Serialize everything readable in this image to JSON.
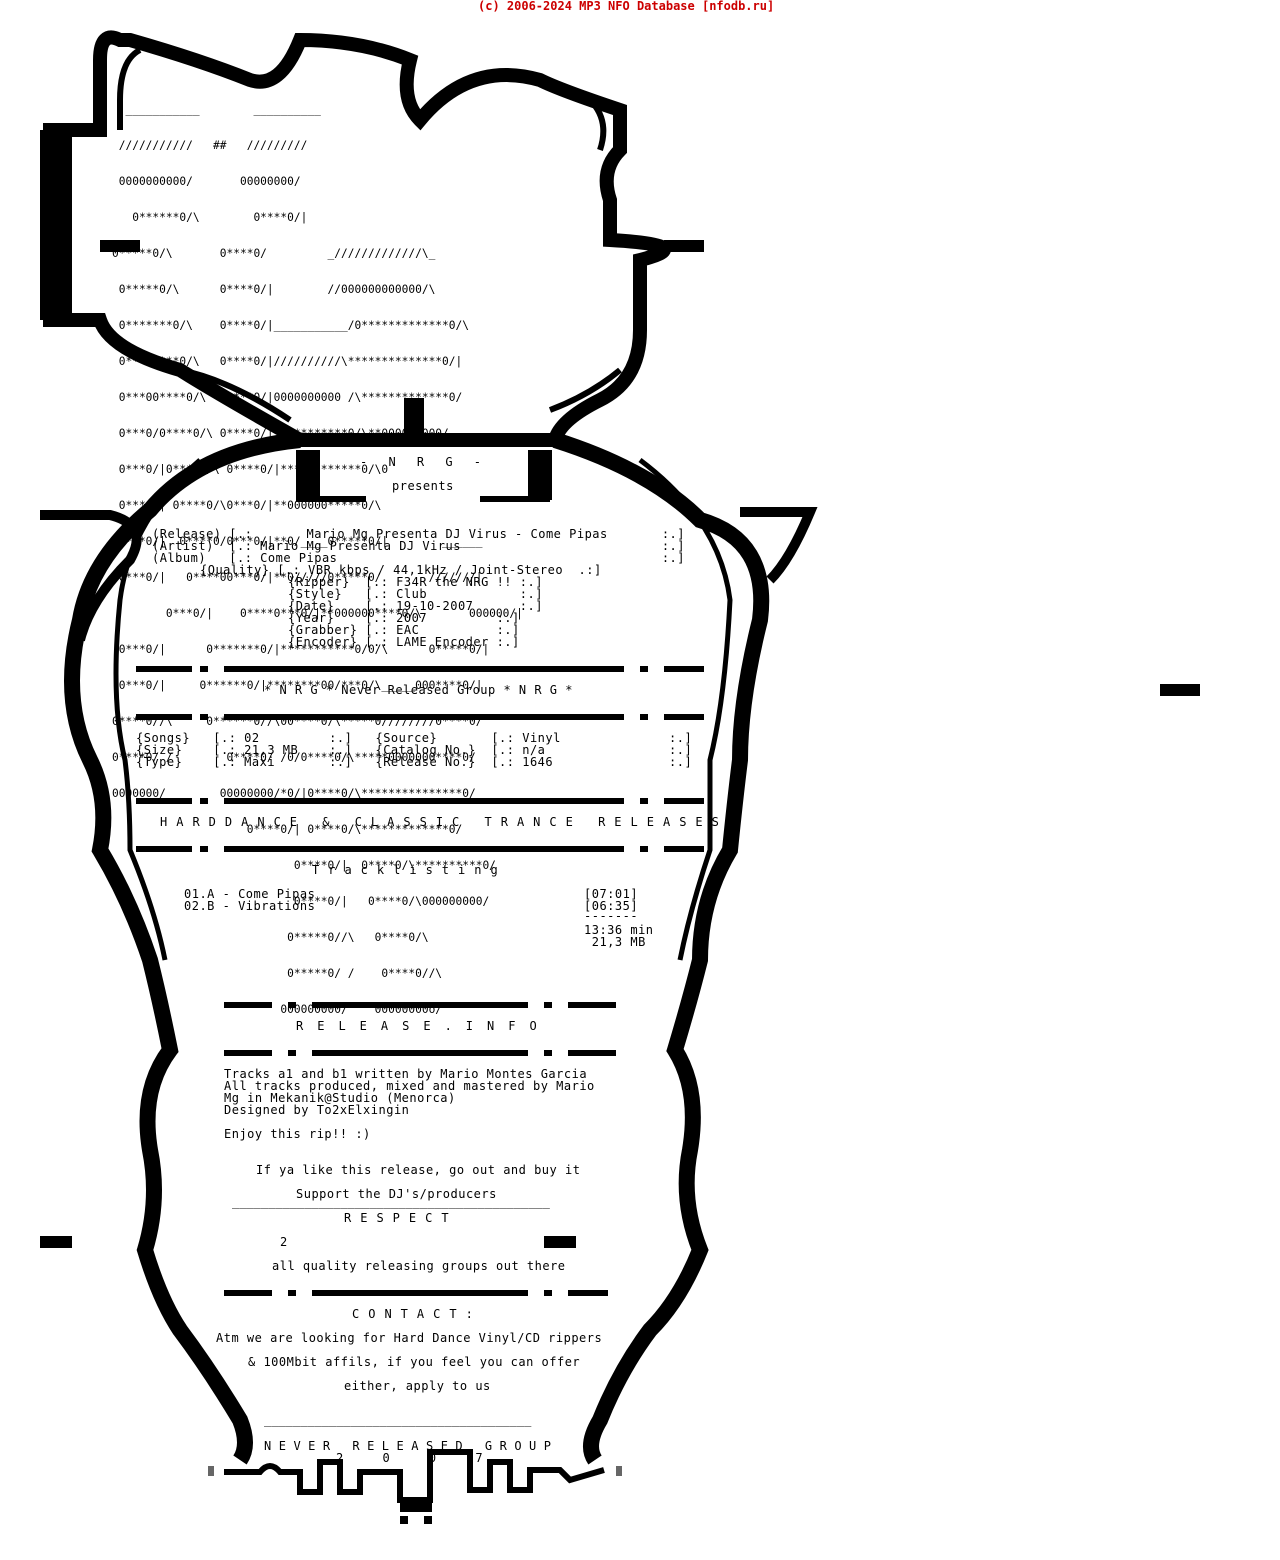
{
  "header": {
    "copyright": "(c) 2006-2024 MP3 NFO Database [nfodb.ru]"
  },
  "logo": {
    "lines": [
      "  ___________        __________",
      " ///////////   ##   /////////",
      " 0000000000/       00000000/",
      "   0******0/\\        0****0/|",
      "0*****0/\\       0****0/         _/////////////\\_",
      " 0*****0/\\      0****0/|        //000000000000/\\",
      " 0*******0/\\    0****0/|___________/0*************0/\\",
      " 0***0****0/\\   0****0/|//////////\\**************0/|",
      " 0***00****0/\\  0****0/|0000000000 /\\*************0/",
      " 0***0/0****0/\\ 0****0/|***********0/\\**000000000/",
      " 0***0/|0****0/\\ 0****0/|************0/\\0",
      " 0***0/| 0****0/\\0***0/|**000000*****0/\\",
      " 0***0/|  0****0/0***0/|**0/____0*****0/|        ______",
      " 0***0/|   0****00***0/|**0/////0*****0/       ///////|",
      "        0***0/|    0****0***0/|**000000****0/\\       000000/|",
      " 0***0/|      0*******0/|***********0/0/\\      0*****0/|",
      " 0***0/|     0******0/|********00/***0/\\_____000****0/|",
      "0****0//\\     0******0//\\00****0/\\*****0////////0****0/",
      "0****0/ /        0****0/ /0/0****0/\\*****0000000****0/",
      "0000000/        00000000/*0/|0****0/\\***************0/",
      "                    0****0/| 0****0/\\*************0/",
      "                           0****0/|  0****0/\\**********0/",
      "                           0****0/|   0****0/\\000000000/",
      "                          0*****0//\\   0****0/\\",
      "                          0*****0/ /    0****0//\\",
      "                         000000000/    00000000o/"
    ]
  },
  "group": {
    "name": "- N R G -",
    "presents": "presents"
  },
  "release_info": {
    "release": "Mario Mg Presenta DJ Virus - Come Pipas",
    "artist": "Mario Mg Presenta DJ Virus",
    "album": "Come Pipas",
    "quality": "VBR kbps / 44,1kHz / Joint-Stereo",
    "ripper": "F34R the NRG !!",
    "style": "Club",
    "date": "19-10-2007",
    "year": "2007",
    "grabber": "EAC",
    "encoder": "LAME Encoder"
  },
  "lines_text": {
    "release": "(Release) [.:       Mario Mg Presenta DJ Virus - Come Pipas       :.]",
    "artist": "(Artist)  [.: Mario Mg Presenta DJ Virus                          :.]",
    "album": "(Album)   [.: Come Pipas                                          :.]",
    "quality": "{Quality} [.: VBR kbps / 44,1kHz / Joint-Stereo  .:]",
    "ripper": "{Ripper}  [.: F34R the NRG !! :.]",
    "style": "{Style}   [.: Club            :.]",
    "date": "{Date}    [.: 19-10-2007      :.]",
    "year": "{Year}    [.: 2007         :.]",
    "grabber": "{Grabber} [.: EAC          :.]",
    "encoder": "{Encoder} [.: LAME Encoder :.]"
  },
  "banner": "* N R G * Never Released Group * N R G *",
  "stats_lines": [
    "{Songs}   [.: 02         :.]   {Source}       [.: Vinyl              :.]",
    "{Size}    [.: 21,3 MB    :.]   {Catalog No.}  [.: n/a                :.]",
    "{Type}    [.: Maxi       :.]   {Release No.}  [.: 1646               :.]"
  ],
  "stats": {
    "songs": "02",
    "size": "21,3 MB",
    "type": "Maxi",
    "source": "Vinyl",
    "catalog_no": "n/a",
    "release_no": "1646"
  },
  "category_title": "HARDDANCE & CLASSIC TRANCE RELEASES",
  "tracklist": {
    "title": "Tracklisting",
    "tracks": [
      {
        "label": "01.A - Come Pipas",
        "time": "[07:01]"
      },
      {
        "label": "02.B - Vibrations",
        "time": "[06:35]"
      }
    ],
    "separator": "-------",
    "total_time": "13:36 min",
    "total_size": " 21,3 MB"
  },
  "release_notes": {
    "title": "RELEASE.INFO",
    "lines": [
      "Tracks a1 and b1 written by Mario Montes Garcia",
      "All tracks produced, mixed and mastered by Mario",
      "Mg in Mekanik@Studio (Menorca)",
      "Designed by To2xElxingin"
    ],
    "enjoy": "Enjoy this rip!! :)",
    "buy": "If ya like this release, go out and buy it",
    "support": "Support the DJ's/producers"
  },
  "respect": {
    "rule": "____________________________________________",
    "title": "RESPECT",
    "number": "2",
    "line": "all quality releasing groups out there"
  },
  "contact": {
    "title": "CONTACT:",
    "lines": [
      "Atm we are looking for Hard Dance Vinyl/CD rippers",
      "& 100Mbit affils, if you feel you can offer",
      "either, apply to us"
    ]
  },
  "footer": {
    "rule": "_____________________________________",
    "group": "NEVER RELEASED GROUP",
    "year": "2 0 0 7"
  }
}
